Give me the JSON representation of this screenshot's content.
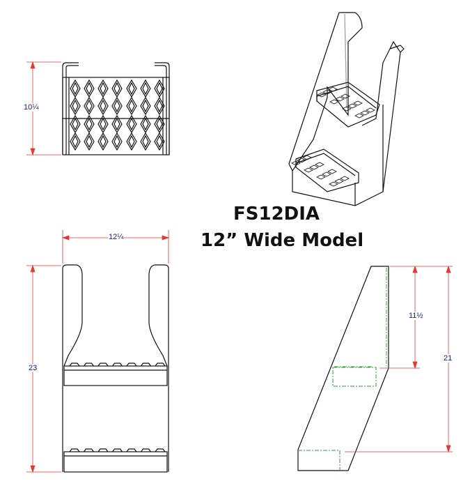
{
  "title": {
    "model": "FS12DIA",
    "subtitle": "12” Wide Model"
  },
  "dimensions": {
    "top_view_depth": "10¼",
    "front_width": "12¼",
    "front_height": "23",
    "side_upper_height": "11½",
    "side_total_height": "21"
  },
  "colors": {
    "outline": "#111111",
    "dimension_line": "#e53935",
    "dimension_text": "#1a1a8c",
    "hidden_line": "#2e9e2e"
  },
  "tread_pattern": {
    "columns": 7,
    "rows": 4,
    "shape": "diamond"
  }
}
